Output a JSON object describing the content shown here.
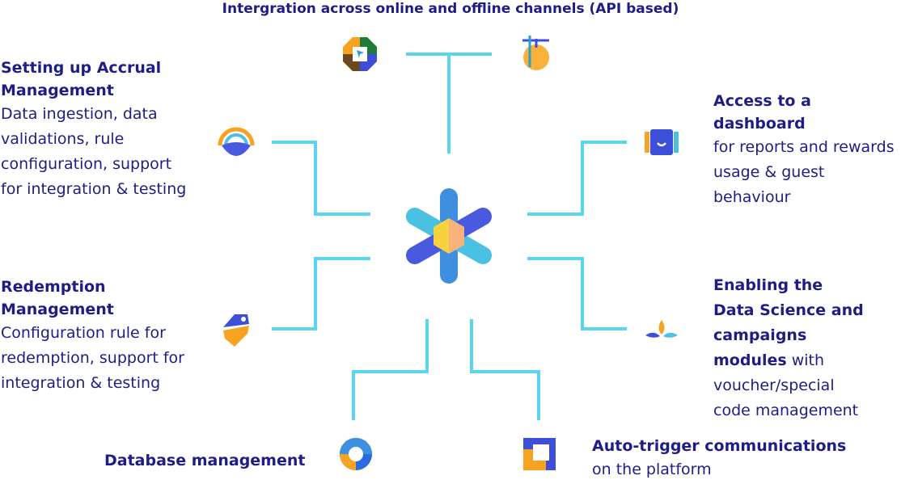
{
  "title": "Intergration across online and offline channels (API based)",
  "accent_color": "#5ad4f0",
  "nodes": {
    "accrual": {
      "heading": "Setting up Accrual Management",
      "body": "Data ingestion, data validations, rule configuration, support for integration & testing",
      "icon": "rainbow-icon"
    },
    "redemption": {
      "heading": "Redemption Management",
      "body": "Configuration rule for redemption, support for integration & testing",
      "icon": "tag-icon"
    },
    "database": {
      "heading": "Database management",
      "icon": "swirl-icon"
    },
    "dashboard": {
      "heading": "Access to a dashboard",
      "body": "for reports and rewards usage & guest behaviour",
      "icon": "dashboard-icon"
    },
    "datascience": {
      "heading": "Enabling the Data Science and campaigns modules",
      "body": " with voucher/special code management",
      "icon": "leaf-icon"
    },
    "autotrigger": {
      "heading": "Auto-trigger communications",
      "body": "on the platform",
      "icon": "square-icon"
    },
    "online": {
      "icon": "octagon-icon"
    },
    "offline": {
      "icon": "coin-icon"
    },
    "center": {
      "icon": "snowflake-icon"
    }
  }
}
